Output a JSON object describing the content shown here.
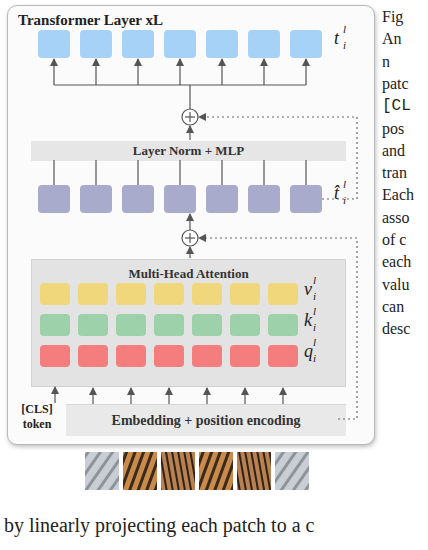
{
  "diagram": {
    "nodes": [
      {
        "text": [
          "Transformer Layer xL"
        ]
      },
      {
        "text": [
          "Layer Norm + MLP"
        ],
        "in": 0
      },
      {
        "text": [
          "Multi-Head Attention"
        ],
        "in": 0
      },
      {
        "text": [
          "Embedding + position encoding"
        ],
        "in": 0
      }
    ],
    "edges": [
      {
        "from": 3,
        "to": 2,
        "arrow": "to"
      },
      {
        "from": 3,
        "to": 2,
        "arrow": "to"
      },
      {
        "from": 3,
        "to": 2,
        "arrow": "to"
      },
      {
        "from": 3,
        "to": 2,
        "arrow": "to"
      },
      {
        "from": 3,
        "to": 2,
        "arrow": "to"
      },
      {
        "from": 3,
        "to": 2,
        "arrow": "to"
      }
    ],
    "labels": [
      "t",
      "l",
      "i",
      "t̂",
      "l",
      "i",
      "v",
      "l",
      "i",
      "k",
      "l",
      "i",
      "q",
      "l",
      "i",
      "[CLS] token",
      "by linearly projecting each patch to a c",
      "Fig",
      "An",
      "n",
      "patc",
      "[CL",
      "pos",
      "and",
      "tran",
      "Each",
      "asso",
      "of c",
      "each",
      "valu",
      "can",
      "desc"
    ]
  }
}
